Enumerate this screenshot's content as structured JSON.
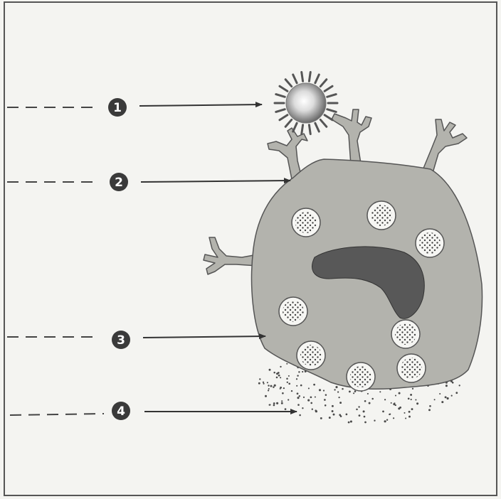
{
  "labels": [
    {
      "number": "1",
      "points_to": "antigen"
    },
    {
      "number": "2",
      "points_to": "cell-receptor"
    },
    {
      "number": "3",
      "points_to": "granule"
    },
    {
      "number": "4",
      "points_to": "released-granule-contents"
    }
  ],
  "colors": {
    "background": "#f4f4f1",
    "border": "#555555",
    "cell_body": "#b3b3ad",
    "nucleus": "#585858",
    "granule_fill": "#f6f6f3",
    "granule_dots": "#444444",
    "badge": "#3a3a3a",
    "line": "#333333"
  }
}
